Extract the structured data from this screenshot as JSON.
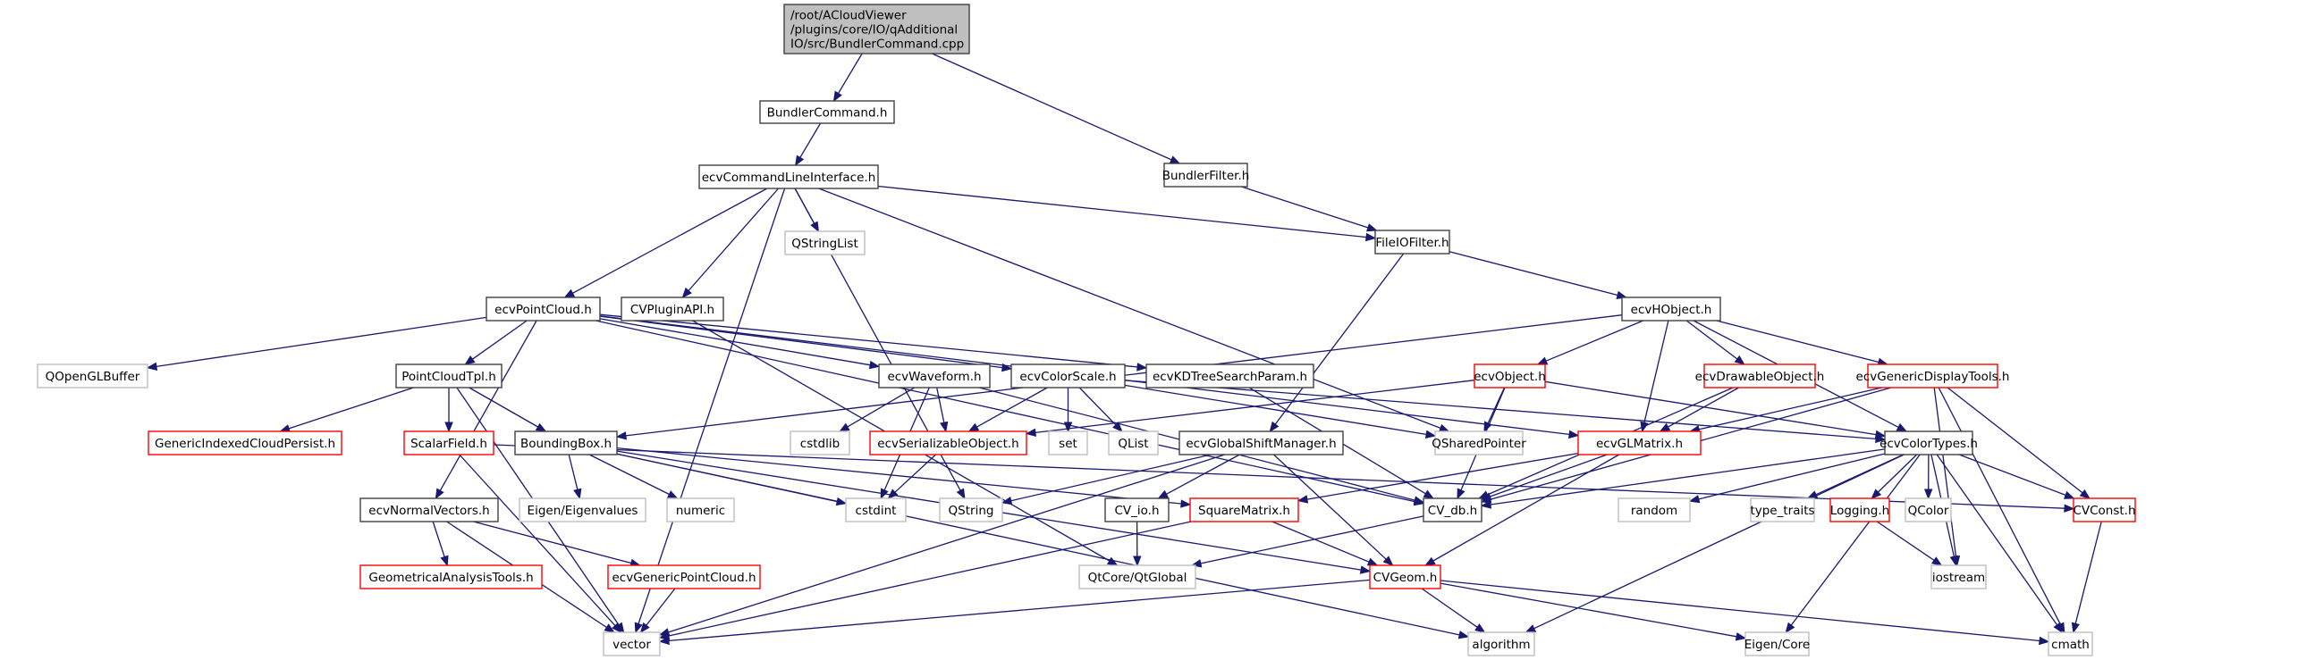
{
  "graph": {
    "title": "Include dependency graph for BundlerCommand.cpp",
    "colors": {
      "root_fill": "#bfbfbf",
      "root_border": "#404040",
      "documented_border": "#404040",
      "truncated_border": "#ff0000",
      "external_border": "#bfbfbf",
      "edge": "#191970"
    },
    "nodes": [
      {
        "id": "root",
        "lines": [
          "/root/ACloudViewer",
          "/plugins/core/IO/qAdditional",
          "IO/src/BundlerCommand.cpp"
        ],
        "kind": "root"
      },
      {
        "id": "bundlercommand_h",
        "lines": [
          "BundlerCommand.h"
        ],
        "kind": "documented"
      },
      {
        "id": "ecvcommandlineinterface_h",
        "lines": [
          "ecvCommandLineInterface.h"
        ],
        "kind": "documented"
      },
      {
        "id": "bundlerfilter_h",
        "lines": [
          "BundlerFilter.h"
        ],
        "kind": "documented"
      },
      {
        "id": "fileiofilter_h",
        "lines": [
          "FileIOFilter.h"
        ],
        "kind": "documented"
      },
      {
        "id": "qstringlist",
        "lines": [
          "QStringList"
        ],
        "kind": "external"
      },
      {
        "id": "ecvpointcloud_h",
        "lines": [
          "ecvPointCloud.h"
        ],
        "kind": "documented"
      },
      {
        "id": "cvpluginapi_h",
        "lines": [
          "CVPluginAPI.h"
        ],
        "kind": "documented"
      },
      {
        "id": "ecvhobject_h",
        "lines": [
          "ecvHObject.h"
        ],
        "kind": "documented"
      },
      {
        "id": "qopenglbuffer",
        "lines": [
          "QOpenGLBuffer"
        ],
        "kind": "external"
      },
      {
        "id": "pointcloudtpl_h",
        "lines": [
          "PointCloudTpl.h"
        ],
        "kind": "documented"
      },
      {
        "id": "ecvwaveform_h",
        "lines": [
          "ecvWaveform.h"
        ],
        "kind": "documented"
      },
      {
        "id": "ecvcolorscale_h",
        "lines": [
          "ecvColorScale.h"
        ],
        "kind": "documented"
      },
      {
        "id": "ecvkdtreesearchparam_h",
        "lines": [
          "ecvKDTreeSearchParam.h"
        ],
        "kind": "documented"
      },
      {
        "id": "ecvobject_h",
        "lines": [
          "ecvObject.h"
        ],
        "kind": "truncated"
      },
      {
        "id": "ecvdrawableobject_h",
        "lines": [
          "ecvDrawableObject.h"
        ],
        "kind": "truncated"
      },
      {
        "id": "ecvgenericdisplaytools_h",
        "lines": [
          "ecvGenericDisplayTools.h"
        ],
        "kind": "truncated"
      },
      {
        "id": "genericindexedcloudpersist_h",
        "lines": [
          "GenericIndexedCloudPersist.h"
        ],
        "kind": "truncated"
      },
      {
        "id": "scalarfield_h",
        "lines": [
          "ScalarField.h"
        ],
        "kind": "truncated"
      },
      {
        "id": "boundingbox_h",
        "lines": [
          "BoundingBox.h"
        ],
        "kind": "documented"
      },
      {
        "id": "cstdlib",
        "lines": [
          "cstdlib"
        ],
        "kind": "external"
      },
      {
        "id": "ecvserializableobject_h",
        "lines": [
          "ecvSerializableObject.h"
        ],
        "kind": "truncated"
      },
      {
        "id": "set",
        "lines": [
          "set"
        ],
        "kind": "external"
      },
      {
        "id": "qlist",
        "lines": [
          "QList"
        ],
        "kind": "external"
      },
      {
        "id": "ecvglobalshiftmanager_h",
        "lines": [
          "ecvGlobalShiftManager.h"
        ],
        "kind": "documented"
      },
      {
        "id": "qsharedpointer",
        "lines": [
          "QSharedPointer"
        ],
        "kind": "external"
      },
      {
        "id": "ecvglmatrix_h",
        "lines": [
          "ecvGLMatrix.h"
        ],
        "kind": "truncated"
      },
      {
        "id": "ecvcolortypes_h",
        "lines": [
          "ecvColorTypes.h"
        ],
        "kind": "documented"
      },
      {
        "id": "ecvnormalvectors_h",
        "lines": [
          "ecvNormalVectors.h"
        ],
        "kind": "documented"
      },
      {
        "id": "eigen_eigenvalues",
        "lines": [
          "Eigen/Eigenvalues"
        ],
        "kind": "external"
      },
      {
        "id": "numeric",
        "lines": [
          "numeric"
        ],
        "kind": "external"
      },
      {
        "id": "cstdint",
        "lines": [
          "cstdint"
        ],
        "kind": "external"
      },
      {
        "id": "qstring",
        "lines": [
          "QString"
        ],
        "kind": "external"
      },
      {
        "id": "cv_io_h",
        "lines": [
          "CV_io.h"
        ],
        "kind": "documented"
      },
      {
        "id": "squarematrix_h",
        "lines": [
          "SquareMatrix.h"
        ],
        "kind": "truncated"
      },
      {
        "id": "cv_db_h",
        "lines": [
          "CV_db.h"
        ],
        "kind": "documented"
      },
      {
        "id": "random",
        "lines": [
          "random"
        ],
        "kind": "external"
      },
      {
        "id": "type_traits",
        "lines": [
          "type_traits"
        ],
        "kind": "external"
      },
      {
        "id": "logging_h",
        "lines": [
          "Logging.h"
        ],
        "kind": "truncated"
      },
      {
        "id": "qcolor",
        "lines": [
          "QColor"
        ],
        "kind": "external"
      },
      {
        "id": "cvconst_h",
        "lines": [
          "CVConst.h"
        ],
        "kind": "truncated"
      },
      {
        "id": "geometricalanalysistools_h",
        "lines": [
          "GeometricalAnalysisTools.h"
        ],
        "kind": "truncated"
      },
      {
        "id": "ecvgenericpointcloud_h",
        "lines": [
          "ecvGenericPointCloud.h"
        ],
        "kind": "truncated"
      },
      {
        "id": "qtcore_qtglobal",
        "lines": [
          "QtCore/QtGlobal"
        ],
        "kind": "external"
      },
      {
        "id": "cvgeom_h",
        "lines": [
          "CVGeom.h"
        ],
        "kind": "truncated"
      },
      {
        "id": "iostream",
        "lines": [
          "iostream"
        ],
        "kind": "external"
      },
      {
        "id": "vector",
        "lines": [
          "vector"
        ],
        "kind": "external"
      },
      {
        "id": "algorithm",
        "lines": [
          "algorithm"
        ],
        "kind": "external"
      },
      {
        "id": "eigen_core",
        "lines": [
          "Eigen/Core"
        ],
        "kind": "external"
      },
      {
        "id": "cmath",
        "lines": [
          "cmath"
        ],
        "kind": "external"
      }
    ],
    "edges": [
      [
        "root",
        "bundlercommand_h"
      ],
      [
        "root",
        "bundlerfilter_h"
      ],
      [
        "bundlercommand_h",
        "ecvcommandlineinterface_h"
      ],
      [
        "bundlerfilter_h",
        "fileiofilter_h"
      ],
      [
        "ecvcommandlineinterface_h",
        "fileiofilter_h"
      ],
      [
        "ecvcommandlineinterface_h",
        "qstringlist"
      ],
      [
        "ecvcommandlineinterface_h",
        "ecvpointcloud_h"
      ],
      [
        "ecvcommandlineinterface_h",
        "cvpluginapi_h"
      ],
      [
        "ecvcommandlineinterface_h",
        "qsharedpointer"
      ],
      [
        "ecvcommandlineinterface_h",
        "qstring"
      ],
      [
        "ecvcommandlineinterface_h",
        "vector"
      ],
      [
        "fileiofilter_h",
        "ecvhobject_h"
      ],
      [
        "fileiofilter_h",
        "ecvglobalshiftmanager_h"
      ],
      [
        "ecvpointcloud_h",
        "qopenglbuffer"
      ],
      [
        "ecvpointcloud_h",
        "pointcloudtpl_h"
      ],
      [
        "ecvpointcloud_h",
        "ecvwaveform_h"
      ],
      [
        "ecvpointcloud_h",
        "ecvcolorscale_h"
      ],
      [
        "ecvpointcloud_h",
        "ecvkdtreesearchparam_h"
      ],
      [
        "ecvpointcloud_h",
        "ecvnormalvectors_h"
      ],
      [
        "ecvpointcloud_h",
        "cv_db_h"
      ],
      [
        "ecvpointcloud_h",
        "ecvglmatrix_h"
      ],
      [
        "cvpluginapi_h",
        "qtcore_qtglobal"
      ],
      [
        "ecvhobject_h",
        "ecvobject_h"
      ],
      [
        "ecvhobject_h",
        "ecvdrawableobject_h"
      ],
      [
        "ecvhobject_h",
        "ecvgenericdisplaytools_h"
      ],
      [
        "ecvhobject_h",
        "ecvglmatrix_h"
      ],
      [
        "ecvhobject_h",
        "ecvcolortypes_h"
      ],
      [
        "ecvhobject_h",
        "boundingbox_h"
      ],
      [
        "pointcloudtpl_h",
        "genericindexedcloudpersist_h"
      ],
      [
        "pointcloudtpl_h",
        "scalarfield_h"
      ],
      [
        "pointcloudtpl_h",
        "boundingbox_h"
      ],
      [
        "pointcloudtpl_h",
        "vector"
      ],
      [
        "ecvwaveform_h",
        "cstdlib"
      ],
      [
        "ecvwaveform_h",
        "ecvserializableobject_h"
      ],
      [
        "ecvwaveform_h",
        "cstdint"
      ],
      [
        "ecvwaveform_h",
        "cv_db_h"
      ],
      [
        "ecvcolorscale_h",
        "ecvserializableobject_h"
      ],
      [
        "ecvcolorscale_h",
        "set"
      ],
      [
        "ecvcolorscale_h",
        "qlist"
      ],
      [
        "ecvcolorscale_h",
        "qsharedpointer"
      ],
      [
        "ecvcolorscale_h",
        "ecvcolortypes_h"
      ],
      [
        "ecvkdtreesearchparam_h",
        "cv_db_h"
      ],
      [
        "ecvobject_h",
        "qsharedpointer"
      ],
      [
        "ecvobject_h",
        "ecvserializableobject_h"
      ],
      [
        "ecvobject_h",
        "cv_db_h"
      ],
      [
        "ecvobject_h",
        "ecvcolortypes_h"
      ],
      [
        "ecvdrawableobject_h",
        "ecvglmatrix_h"
      ],
      [
        "ecvdrawableobject_h",
        "cv_db_h"
      ],
      [
        "ecvgenericdisplaytools_h",
        "ecvglmatrix_h"
      ],
      [
        "ecvgenericdisplaytools_h",
        "cvconst_h"
      ],
      [
        "ecvgenericdisplaytools_h",
        "iostream"
      ],
      [
        "ecvgenericdisplaytools_h",
        "cmath"
      ],
      [
        "ecvgenericdisplaytools_h",
        "cv_db_h"
      ],
      [
        "ecvglmatrix_h",
        "squarematrix_h"
      ],
      [
        "ecvglmatrix_h",
        "cvgeom_h"
      ],
      [
        "ecvglmatrix_h",
        "cv_db_h"
      ],
      [
        "ecvcolortypes_h",
        "cv_db_h"
      ],
      [
        "ecvcolortypes_h",
        "random"
      ],
      [
        "ecvcolortypes_h",
        "type_traits"
      ],
      [
        "ecvcolortypes_h",
        "logging_h"
      ],
      [
        "ecvcolortypes_h",
        "qcolor"
      ],
      [
        "ecvcolortypes_h",
        "cvconst_h"
      ],
      [
        "ecvcolortypes_h",
        "iostream"
      ],
      [
        "ecvcolortypes_h",
        "eigen_core"
      ],
      [
        "ecvcolortypes_h",
        "cmath"
      ],
      [
        "ecvcolortypes_h",
        "algorithm"
      ],
      [
        "scalarfield_h",
        "cvconst_h"
      ],
      [
        "scalarfield_h",
        "vector"
      ],
      [
        "boundingbox_h",
        "eigen_eigenvalues"
      ],
      [
        "boundingbox_h",
        "numeric"
      ],
      [
        "boundingbox_h",
        "cstdint"
      ],
      [
        "boundingbox_h",
        "squarematrix_h"
      ],
      [
        "boundingbox_h",
        "cvgeom_h"
      ],
      [
        "boundingbox_h",
        "algorithm"
      ],
      [
        "ecvserializableobject_h",
        "cstdint"
      ],
      [
        "ecvglobalshiftmanager_h",
        "qstring"
      ],
      [
        "ecvglobalshiftmanager_h",
        "cv_io_h"
      ],
      [
        "ecvglobalshiftmanager_h",
        "cvgeom_h"
      ],
      [
        "ecvglobalshiftmanager_h",
        "vector"
      ],
      [
        "ecvnormalvectors_h",
        "geometricalanalysistools_h"
      ],
      [
        "ecvnormalvectors_h",
        "ecvgenericpointcloud_h"
      ],
      [
        "ecvnormalvectors_h",
        "vector"
      ],
      [
        "ecvgenericpointcloud_h",
        "vector"
      ],
      [
        "cv_io_h",
        "qtcore_qtglobal"
      ],
      [
        "cv_db_h",
        "qtcore_qtglobal"
      ],
      [
        "squarematrix_h",
        "cvgeom_h"
      ],
      [
        "squarematrix_h",
        "vector"
      ],
      [
        "cvgeom_h",
        "vector"
      ],
      [
        "cvgeom_h",
        "algorithm"
      ],
      [
        "cvgeom_h",
        "eigen_core"
      ],
      [
        "cvgeom_h",
        "cmath"
      ],
      [
        "logging_h",
        "iostream"
      ],
      [
        "cvconst_h",
        "cmath"
      ]
    ]
  }
}
